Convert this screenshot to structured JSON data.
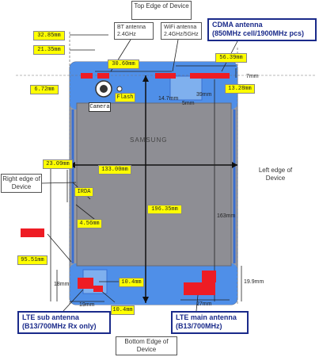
{
  "edges": {
    "top": "Top Edge of Device",
    "right": "Right edge of Device",
    "left": "Left edge of Device",
    "bottom": "Bottom Edge of Device"
  },
  "antennas": {
    "bt": {
      "title": "BT antenna",
      "band": "2.4GHz"
    },
    "wifi": {
      "title": "WiFi antenna",
      "band": "2.4GHz/5GHz"
    },
    "cdma": {
      "title": "CDMA antenna",
      "band": "(850MHz cell/1900MHz pcs)"
    },
    "lte_sub": {
      "title": "LTE sub antenna",
      "band": "(B13/700MHz  Rx only)"
    },
    "lte_main": {
      "title": "LTE main antenna",
      "band": "(B13/700MHz)"
    }
  },
  "component_labels": {
    "camera": "Camera",
    "flash": "Flash",
    "irda": "IRDA",
    "brand": "SAMSUNG"
  },
  "dimensions": {
    "d1": "32.85mm",
    "d2": "21.35mm",
    "d3": "30.60mm",
    "d4": "56.39mm",
    "d5": "6.72mm",
    "d6": "13.28mm",
    "d7": "23.09mm",
    "d8": "133.00mm",
    "d9": "196.35mm",
    "d10": "4.56mm",
    "d11": "95.51mm",
    "d12": "10.4mm",
    "d13": "10.4mm"
  },
  "small_dims": {
    "s7": "7mm",
    "s14": "14.7mm",
    "s5": "5mm",
    "s39": "39mm",
    "s163": "163mm",
    "s18": "18mm",
    "s199": "19.9mm",
    "s19": "19mm",
    "s27": "27mm"
  }
}
